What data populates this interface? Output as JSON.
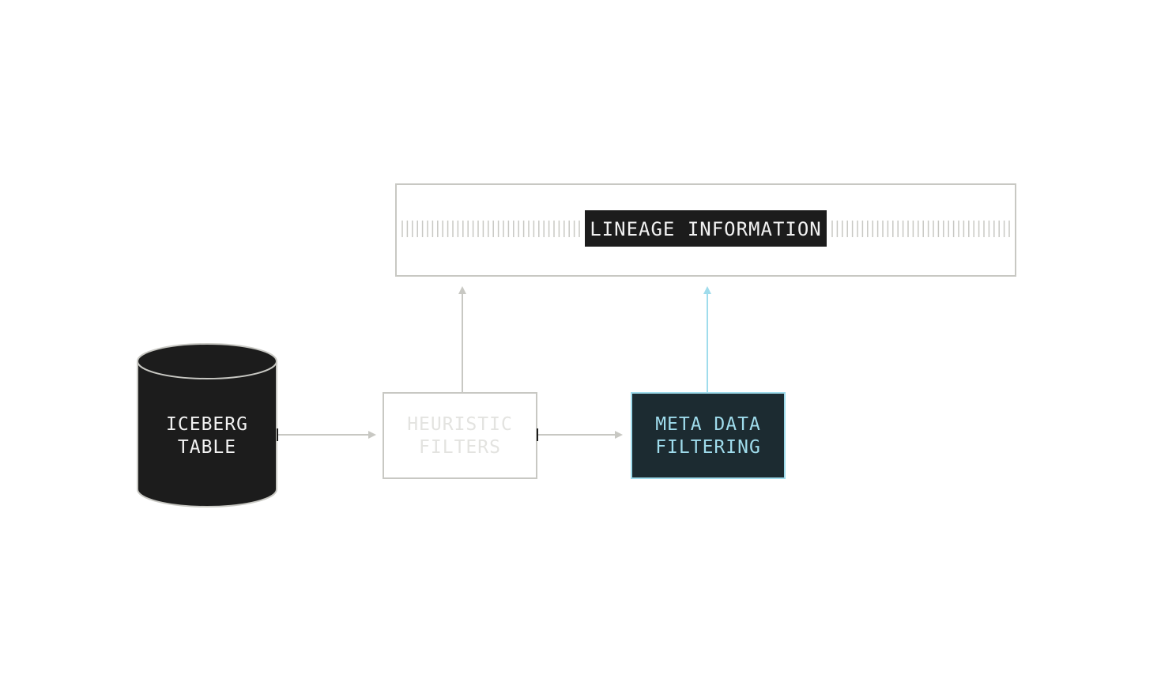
{
  "nodes": {
    "iceberg_table": {
      "lines": [
        "ICEBERG",
        "TABLE"
      ]
    },
    "heuristic_filters": {
      "lines": [
        "HEURISTIC",
        "FILTERS"
      ]
    },
    "meta_data_filtering": {
      "lines": [
        "META DATA",
        "FILTERING"
      ]
    },
    "lineage_information": {
      "label": "LINEAGE INFORMATION"
    }
  },
  "edges": [
    {
      "from": "iceberg_table",
      "to": "heuristic_filters"
    },
    {
      "from": "heuristic_filters",
      "to": "meta_data_filtering"
    },
    {
      "from": "heuristic_filters",
      "to": "lineage_information"
    },
    {
      "from": "meta_data_filtering",
      "to": "lineage_information"
    }
  ],
  "colors": {
    "dark": "#1c1c1c",
    "light_text": "#f2f2f2",
    "muted": "#c8c8c3",
    "faded_text": "#e3e3e0",
    "accent": "#9fdcec",
    "accent_fill": "#1c2b31"
  }
}
